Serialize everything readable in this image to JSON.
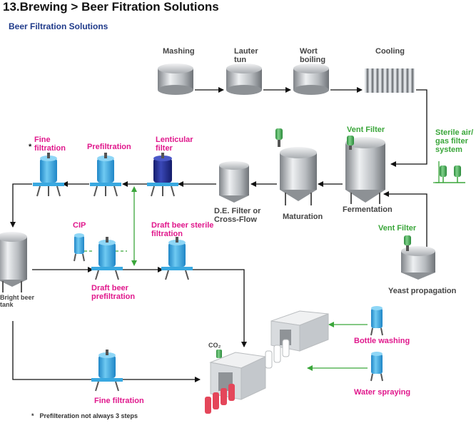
{
  "header": {
    "title": "13.Brewing > Beer Fitration Solutions",
    "subtitle": "Beer Filtration Solutions"
  },
  "process": {
    "mashing": "Mashing",
    "lauter_tun": "Lauter\ntun",
    "wort_boiling": "Wort\nboiling",
    "cooling": "Cooling",
    "fermentation": "Fermentation",
    "maturation": "Maturation",
    "de_filter": "D.E. Filter or\nCross-Flow",
    "yeast_propagation": "Yeast propagation",
    "bright_beer_tank": "Bright beer\ntank"
  },
  "filters": {
    "fine_filtration_top": "Fine\nfiltration",
    "prefiltration": "Prefiltration",
    "lenticular_filter": "Lenticular\nfilter",
    "cip": "CIP",
    "draft_beer_prefiltration": "Draft beer\nprefiltration",
    "draft_beer_sterile_filtration": "Draft beer sterile\nfiltration",
    "fine_filtration_bottom": "Fine filtration",
    "vent_filter_top": "Vent Filter",
    "vent_filter_yeast": "Vent Filter",
    "sterile_air_gas": "Sterile air/\ngas filter\nsystem",
    "co2": "CO₂",
    "bottle_washing": "Bottle washing",
    "water_spraying": "Water spraying"
  },
  "footnote": {
    "star": "*",
    "text": "Prefilteration not always 3 steps"
  },
  "colors": {
    "steel": "#b8bcc0",
    "filter_blue": "#39a8e0",
    "filter_dark_blue": "#1e2a8c",
    "magenta": "#e0188c",
    "green": "#3aa63a",
    "bottle_red": "#e4465a"
  }
}
